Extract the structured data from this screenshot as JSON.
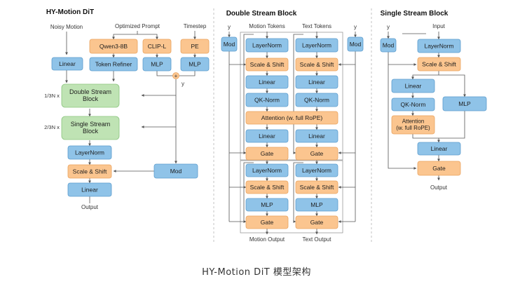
{
  "titles": {
    "dit": "HY-Motion DiT",
    "double": "Double Stream Block",
    "single": "Single Stream Block"
  },
  "dit": {
    "noisy_motion": "Noisy Motion",
    "optimized_prompt": "Optimized Prompt",
    "timestep": "Timestep",
    "qwen": "Qwen3-8B",
    "clip": "CLIP-L",
    "pe": "PE",
    "linear": "Linear",
    "token_refiner": "Token Refiner",
    "mlp_a": "MLP",
    "mlp_b": "MLP",
    "plus": "+",
    "y": "y",
    "mult_1": "1/3N x",
    "double_block": [
      "Double Stream",
      "Block"
    ],
    "mult_2": "2/3N x",
    "single_block": [
      "Single Stream",
      "Block"
    ],
    "layernorm": "LayerNorm",
    "scale_shift": "Scale & Shift",
    "mod": "Mod",
    "linear_out": "Linear",
    "output": "Output"
  },
  "double": {
    "y_left": "y",
    "y_right": "y",
    "motion_tokens": "Motion Tokens",
    "text_tokens": "Text Tokens",
    "mod_left": "Mod",
    "mod_right": "Mod",
    "layernorm": "LayerNorm",
    "scale_shift": "Scale & Shift",
    "linear": "Linear",
    "qk_norm": "QK-Norm",
    "attention": "Attention (w. full RoPE)",
    "gate": "Gate",
    "mlp": "MLP",
    "motion_output": "Motion Output",
    "text_output": "Text Output"
  },
  "single": {
    "y": "y",
    "input": "Input",
    "mod": "Mod",
    "layernorm": "LayerNorm",
    "scale_shift": "Scale & Shift",
    "linear": "Linear",
    "qk_norm": "QK-Norm",
    "mlp": "MLP",
    "attention": [
      "Attention",
      "(w. full RoPE)"
    ],
    "linear_out": "Linear",
    "gate": "Gate",
    "output": "Output"
  },
  "caption": "HY-Motion DiT 模型架构",
  "colors": {
    "blue_fill": "#8fc3e8",
    "blue_stroke": "#5c9ccd",
    "orange_fill": "#fbc58f",
    "orange_stroke": "#eaa35f",
    "green_fill": "#bfe3b4",
    "green_stroke": "#8cc57f",
    "line": "#555555",
    "divider": "#b5b5b5"
  }
}
